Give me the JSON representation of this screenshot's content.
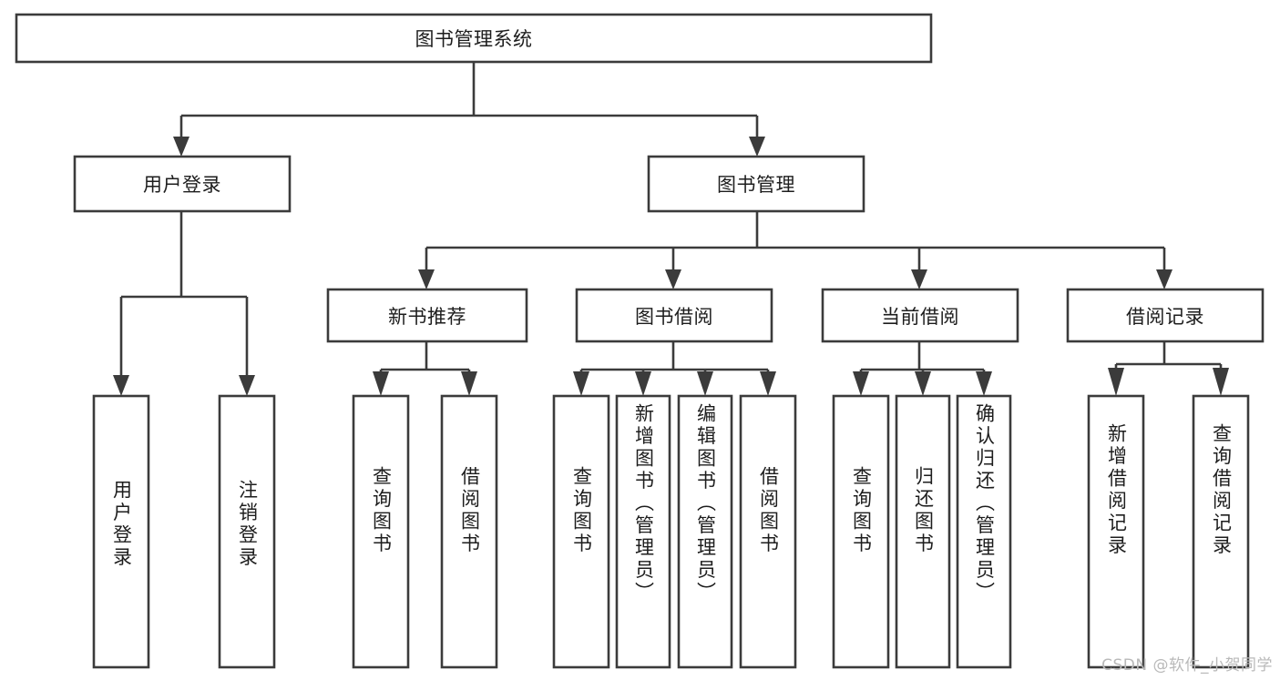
{
  "diagram": {
    "title": "图书管理系统",
    "type": "tree",
    "watermark": "CSDN @软件_小贺同学",
    "colors": {
      "stroke": "#3b3b3b",
      "fill": "#ffffff",
      "text": "#1d1d1d",
      "watermark": "#b9b9b9",
      "background": "#ffffff"
    },
    "root": {
      "id": "root",
      "label": "图书管理系统",
      "orientation": "horizontal"
    },
    "level2": [
      {
        "id": "user-login",
        "label": "用户登录",
        "orientation": "horizontal"
      },
      {
        "id": "book-manage",
        "label": "图书管理",
        "orientation": "horizontal"
      }
    ],
    "level3": [
      {
        "id": "new-book-rec",
        "label": "新书推荐",
        "orientation": "horizontal",
        "parent": "book-manage"
      },
      {
        "id": "book-borrow",
        "label": "图书借阅",
        "orientation": "horizontal",
        "parent": "book-manage"
      },
      {
        "id": "current-borrow",
        "label": "当前借阅",
        "orientation": "horizontal",
        "parent": "book-manage"
      },
      {
        "id": "borrow-record",
        "label": "借阅记录",
        "orientation": "horizontal",
        "parent": "book-manage"
      }
    ],
    "leaves": [
      {
        "id": "leaf-user-login",
        "label": "用户登录",
        "parent": "user-login",
        "orientation": "vertical"
      },
      {
        "id": "leaf-logout",
        "label": "注销登录",
        "parent": "user-login",
        "orientation": "vertical"
      },
      {
        "id": "leaf-query-book-1",
        "label": "查询图书",
        "parent": "new-book-rec",
        "orientation": "vertical"
      },
      {
        "id": "leaf-borrow-book-1",
        "label": "借阅图书",
        "parent": "new-book-rec",
        "orientation": "vertical"
      },
      {
        "id": "leaf-query-book-2",
        "label": "查询图书",
        "parent": "book-borrow",
        "orientation": "vertical"
      },
      {
        "id": "leaf-add-book",
        "label": "新增图书（管理员）",
        "parent": "book-borrow",
        "orientation": "vertical"
      },
      {
        "id": "leaf-edit-book",
        "label": "编辑图书（管理员）",
        "parent": "book-borrow",
        "orientation": "vertical"
      },
      {
        "id": "leaf-borrow-book-2",
        "label": "借阅图书",
        "parent": "book-borrow",
        "orientation": "vertical"
      },
      {
        "id": "leaf-query-book-3",
        "label": "查询图书",
        "parent": "current-borrow",
        "orientation": "vertical"
      },
      {
        "id": "leaf-return-book",
        "label": "归还图书",
        "parent": "current-borrow",
        "orientation": "vertical"
      },
      {
        "id": "leaf-confirm-return",
        "label": "确认归还（管理员）",
        "parent": "current-borrow",
        "orientation": "vertical"
      },
      {
        "id": "leaf-add-record",
        "label": "新增借阅记录",
        "parent": "borrow-record",
        "orientation": "vertical"
      },
      {
        "id": "leaf-query-record",
        "label": "查询借阅记录",
        "parent": "borrow-record",
        "orientation": "vertical"
      }
    ]
  }
}
